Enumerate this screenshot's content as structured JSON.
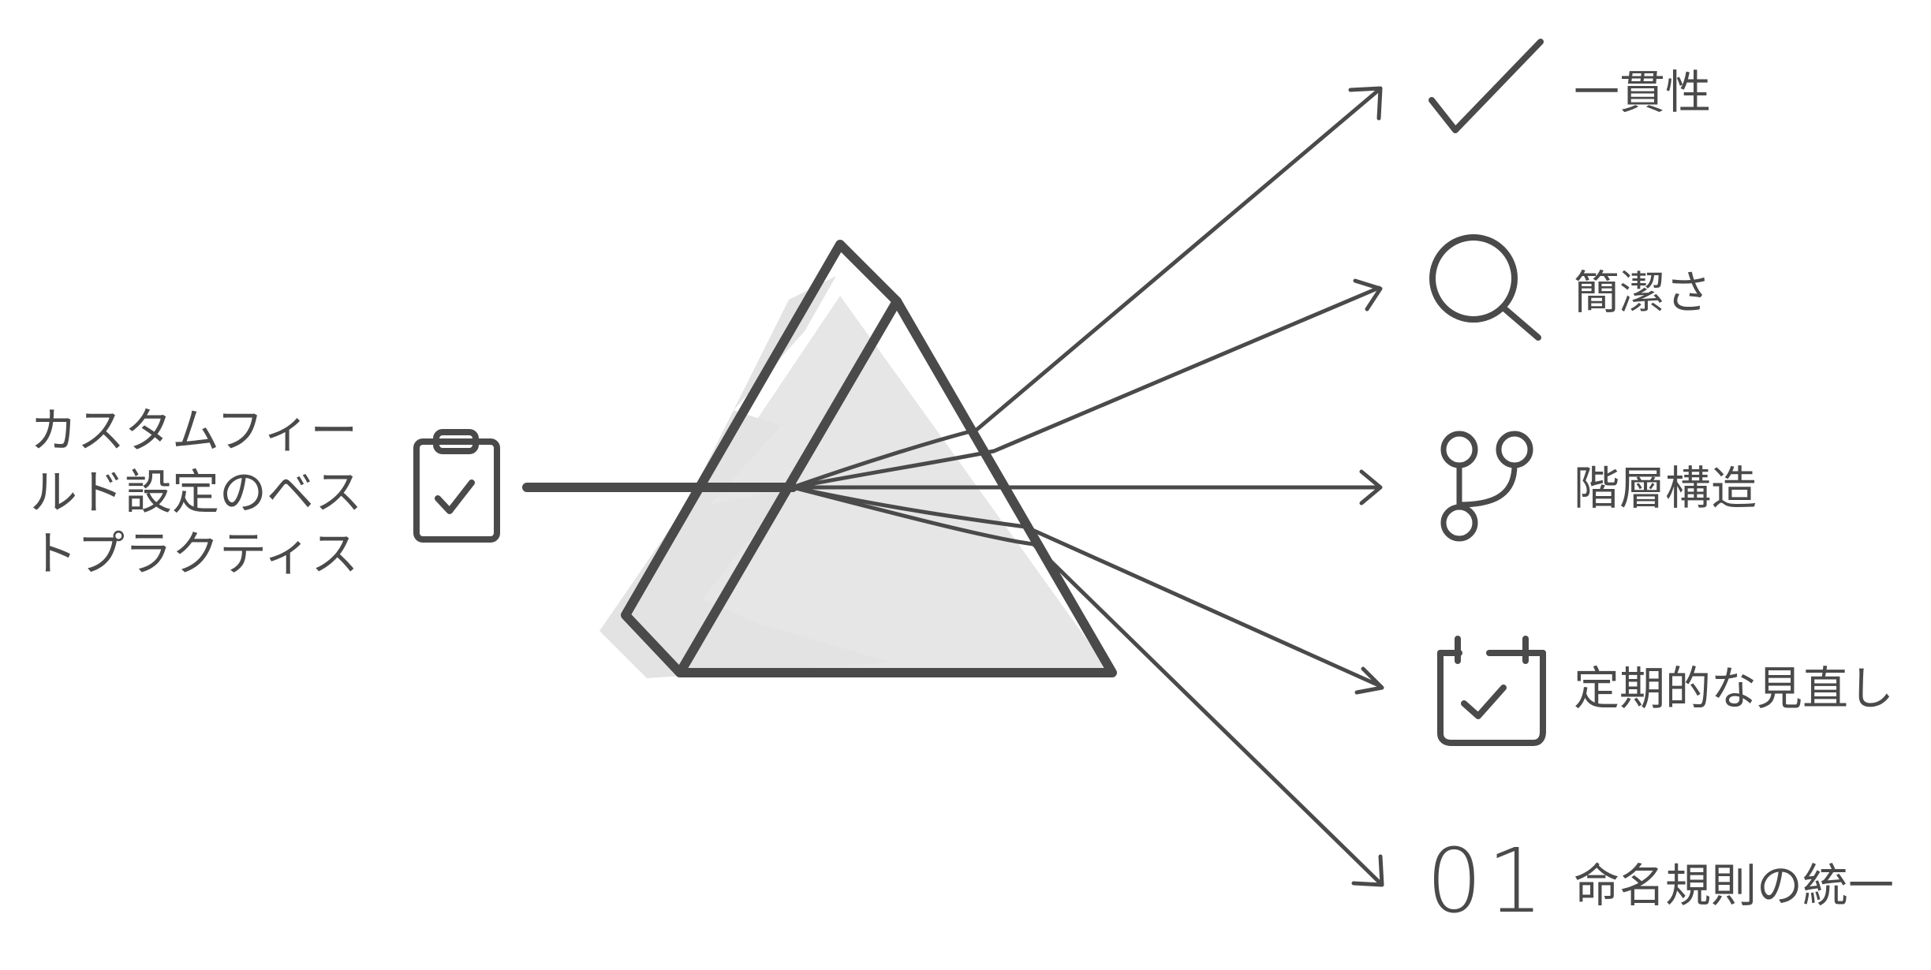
{
  "source": {
    "lines": [
      "カスタムフィー",
      "ルド設定のベス",
      "トプラクティス"
    ],
    "icon": "clipboard-check-icon"
  },
  "outputs": [
    {
      "label": "一貫性",
      "icon": "checkmark-icon"
    },
    {
      "label": "簡潔さ",
      "icon": "magnifier-icon"
    },
    {
      "label": "階層構造",
      "icon": "branch-icon"
    },
    {
      "label": "定期的な見直し",
      "icon": "calendar-check-icon"
    },
    {
      "label": "命名規則の統一",
      "icon": "number-01-icon",
      "icon_text": "01"
    }
  ],
  "colors": {
    "ink": "#4a4a4a",
    "prism_fill": "#e6e6e6",
    "background": "#ffffff"
  }
}
